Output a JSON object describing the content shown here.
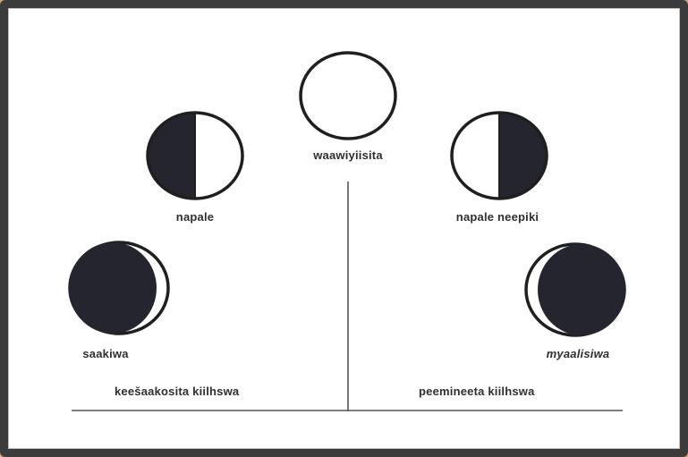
{
  "phases": {
    "full": "waawiyiisita",
    "first_quarter": "napale",
    "last_quarter": "napale neepiki",
    "waxing_crescent": "saakiwa",
    "waning_crescent": "myaalisiwa"
  },
  "periods": {
    "waxing": "keešaakosita kiilhswa",
    "waning": "peemineeta kiilhswa"
  },
  "colors": {
    "dark": "#25252f",
    "outline": "#1f1f1f",
    "frame": "#3b3b3b"
  }
}
